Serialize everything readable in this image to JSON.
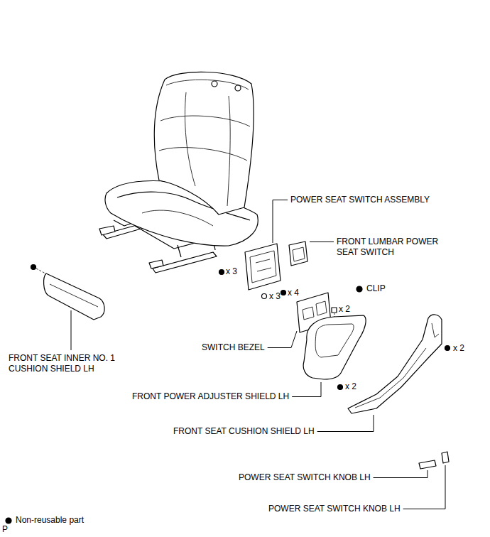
{
  "diagram": {
    "labels": [
      "POWER SEAT SWITCH ASSEMBLY",
      "FRONT LUMBAR POWER SEAT SWITCH",
      "CLIP",
      "x 3",
      "x 3",
      "x 4",
      "x 2",
      "x 2",
      "x 2",
      "SWITCH BEZEL",
      "FRONT SEAT INNER NO. 1 CUSHION SHIELD LH",
      "FRONT POWER ADJUSTER SHIELD LH",
      "FRONT SEAT CUSHION SHIELD LH",
      "POWER SEAT SWITCH KNOB LH",
      "POWER SEAT SWITCH KNOB LH",
      "P"
    ],
    "legend": [
      {
        "text": "Non-reusable part"
      }
    ]
  }
}
